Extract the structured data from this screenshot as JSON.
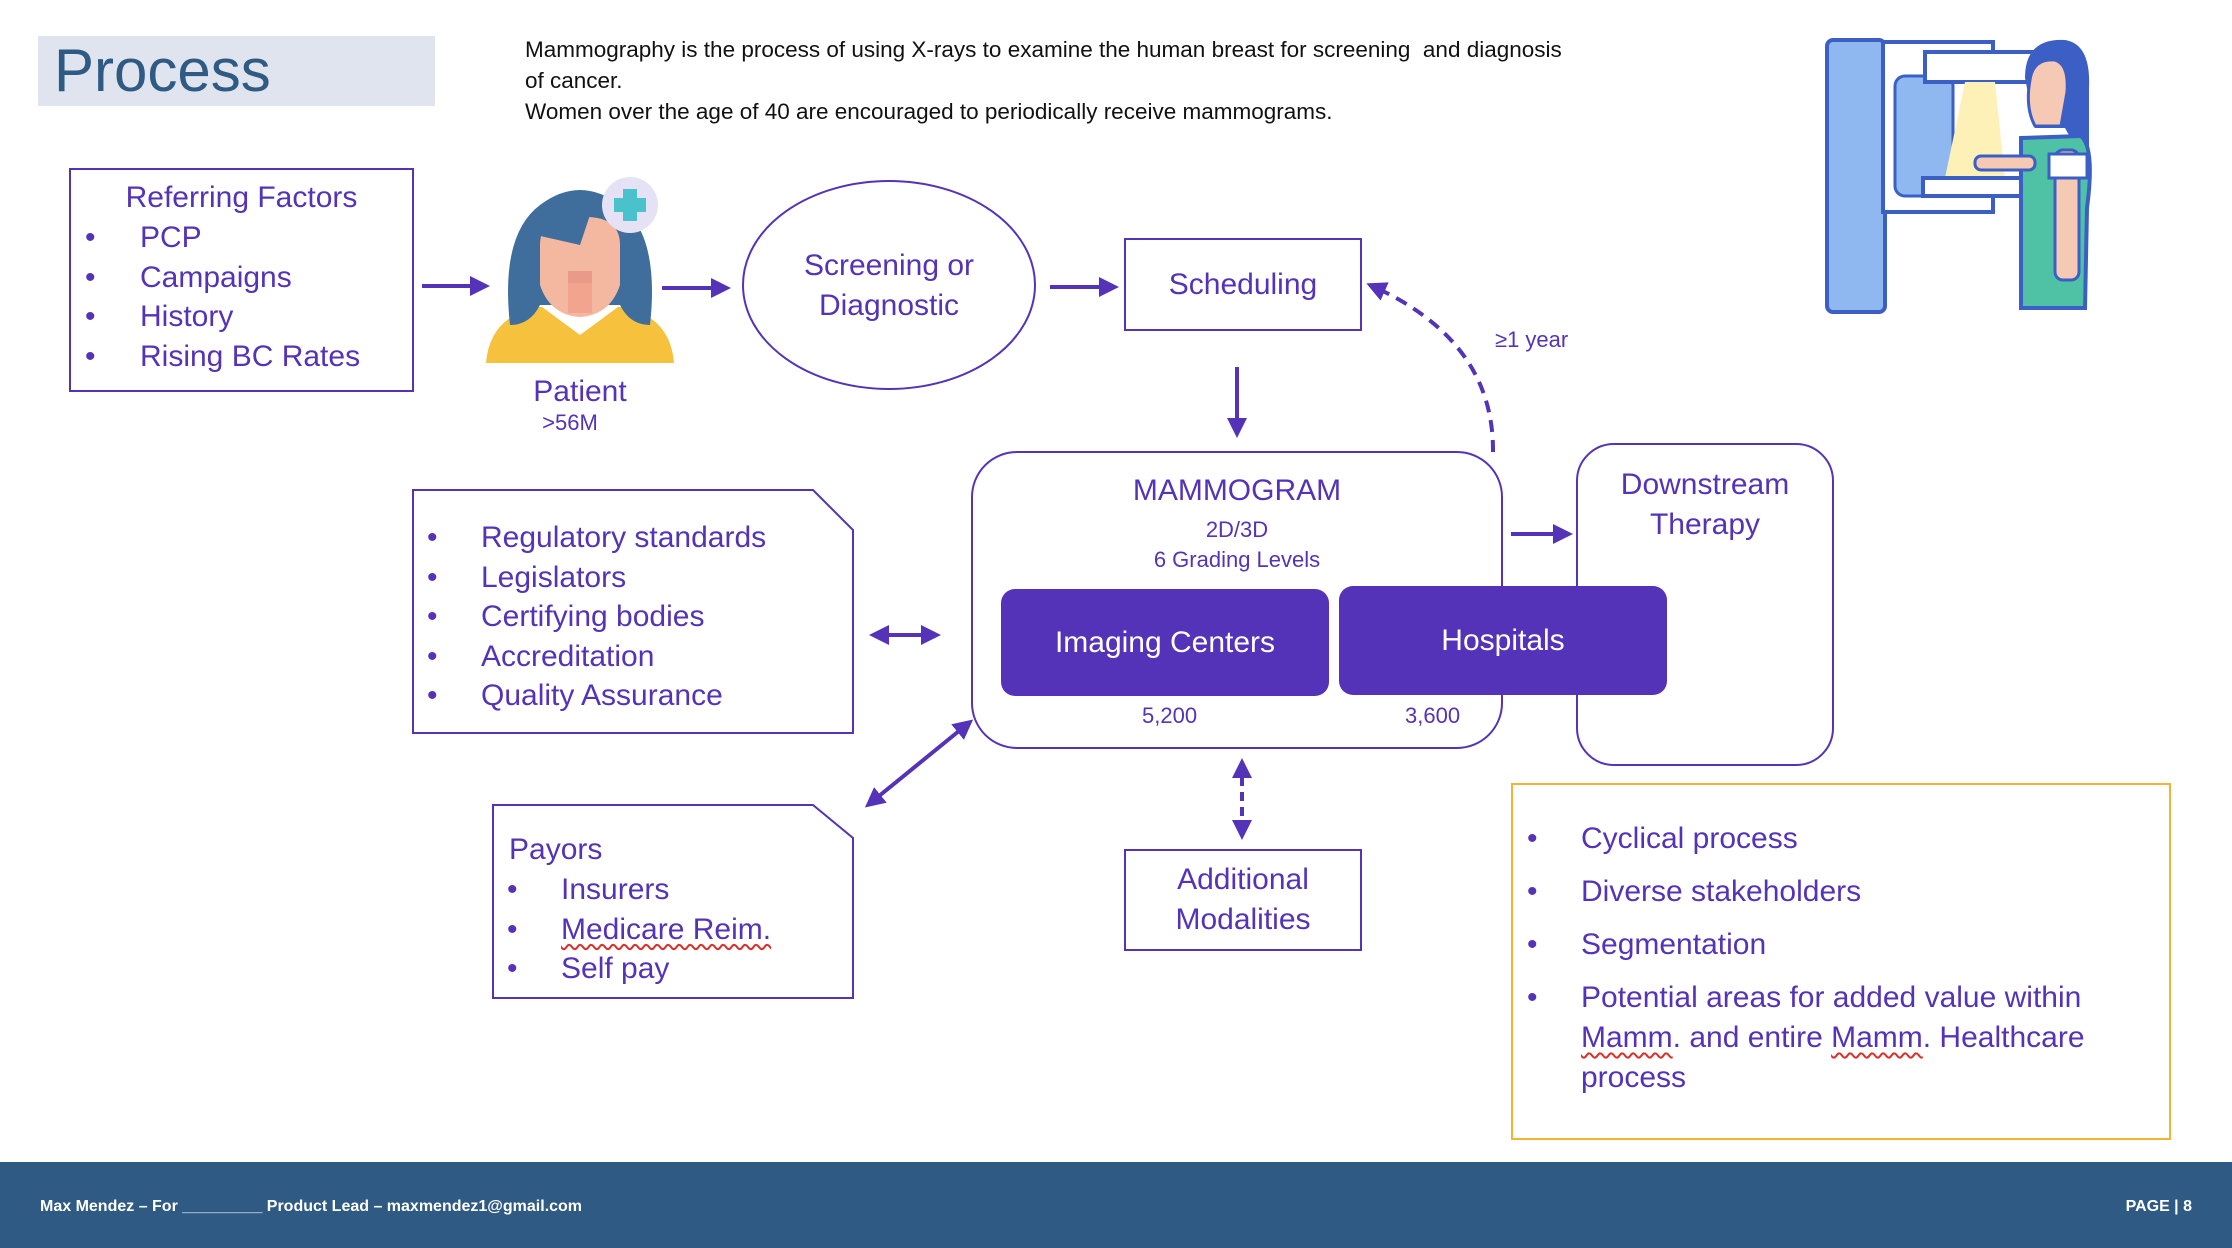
{
  "title": "Process",
  "intro": {
    "line1": "Mammography is the process of using X-rays to examine the human breast for screening  and diagnosis",
    "line2": "of cancer.",
    "line3": "Women over the age of 40 are encouraged to periodically receive mammograms."
  },
  "referring": {
    "title": "Referring Factors",
    "items": [
      "PCP",
      "Campaigns",
      "History",
      "Rising BC Rates"
    ]
  },
  "patient": {
    "label": "Patient",
    "count": ">56M"
  },
  "screening": {
    "line1": "Screening or",
    "line2": "Diagnostic"
  },
  "scheduling": {
    "label": "Scheduling"
  },
  "cycle": {
    "label": "≥1 year"
  },
  "mammogram": {
    "title": "MAMMOGRAM",
    "sub1": "2D/3D",
    "sub2": "6 Grading Levels",
    "imaging_centers": "Imaging Centers",
    "imaging_count": "5,200",
    "hospitals": "Hospitals",
    "hospitals_count": "3,600"
  },
  "downstream": {
    "line1": "Downstream",
    "line2": "Therapy"
  },
  "regulatory": {
    "items": [
      "Regulatory standards",
      "Legislators",
      "Certifying bodies",
      "Accreditation",
      "Quality Assurance"
    ]
  },
  "payors": {
    "title": "Payors",
    "items": [
      "Insurers",
      "Medicare Reim.",
      "Self pay"
    ]
  },
  "additional": {
    "line1": "Additional",
    "line2": "Modalities"
  },
  "notes": {
    "item1": "Cyclical process",
    "item2": "Diverse stakeholders",
    "item3": "Segmentation",
    "item4_a": "Potential areas for added value within",
    "item4_b": "Mamm",
    "item4_c": ". and entire ",
    "item4_d": "Mamm",
    "item4_e": ". Healthcare process"
  },
  "footer": {
    "left": "Max Mendez – For _________ Product Lead – maxmendez1@gmail.com",
    "right": "PAGE | 8"
  },
  "icons": [
    "patient-avatar-icon",
    "mammography-machine-icon"
  ],
  "colors": {
    "accent": "#5433b8",
    "title": "#2e5a83",
    "footer": "#2e5a83",
    "notes_border": "#f5b335"
  }
}
